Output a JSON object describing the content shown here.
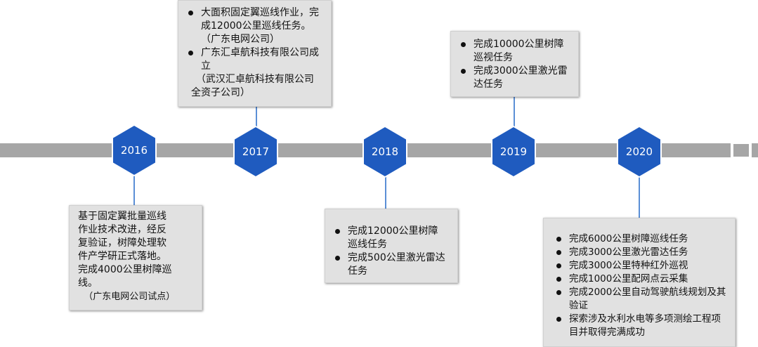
{
  "milestones": [
    {
      "year": "2016",
      "items": [],
      "text_lines": [
        "基于固定翼批量巡线",
        "作业技术改进，经反",
        "复验证，树障处理软",
        "件产学研正式落地。",
        "完成4000公里树障巡",
        "线。",
        "  （广东电网公司试点）"
      ]
    },
    {
      "year": "2017",
      "items": [
        "大面积固定翼巡线作业，完成12000公里巡线任务。（广东电网公司）",
        "广东汇卓航科技有限公司成立"
      ],
      "text_lines": [
        "  （武汉汇卓航科技有限公司",
        "全资子公司）"
      ]
    },
    {
      "year": "2018",
      "items": [
        "完成12000公里树障巡线任务",
        "完成500公里激光雷达任务"
      ],
      "text_lines": []
    },
    {
      "year": "2019",
      "items": [
        "完成10000公里树障巡视任务",
        "完成3000公里激光雷达任务"
      ],
      "text_lines": []
    },
    {
      "year": "2020",
      "items": [
        "完成6000公里树障巡线任务",
        "完成3000公里激光雷达任务",
        "完成3000公里特种红外巡视",
        "完成1000公里配网点云采集",
        "完成2000公里自动驾驶航线规划及其验证",
        "探索涉及水利水电等多项测绘工程项目并取得完满成功"
      ],
      "text_lines": []
    }
  ]
}
